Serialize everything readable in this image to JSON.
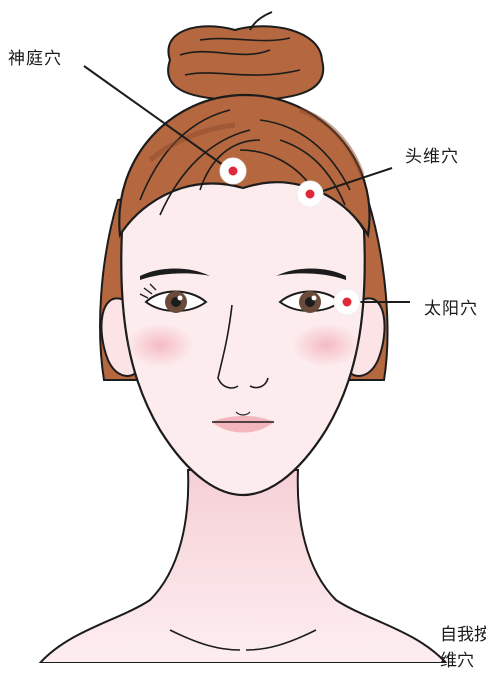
{
  "acupoints": [
    {
      "id": "shenting",
      "label": "神庭穴"
    },
    {
      "id": "touwei",
      "label": "头维穴"
    },
    {
      "id": "taiyang",
      "label": "太阳穴"
    }
  ],
  "caption": {
    "line1": "自我按",
    "line2": "维穴"
  },
  "colors": {
    "hair": "#b5673f",
    "hair_dark": "#8e4a2a",
    "skin": "#fdecee",
    "blush": "#f6c3c8",
    "marker_ring": "#ffffff",
    "marker_dot": "#e0283a",
    "outline": "#1c1c1c"
  }
}
